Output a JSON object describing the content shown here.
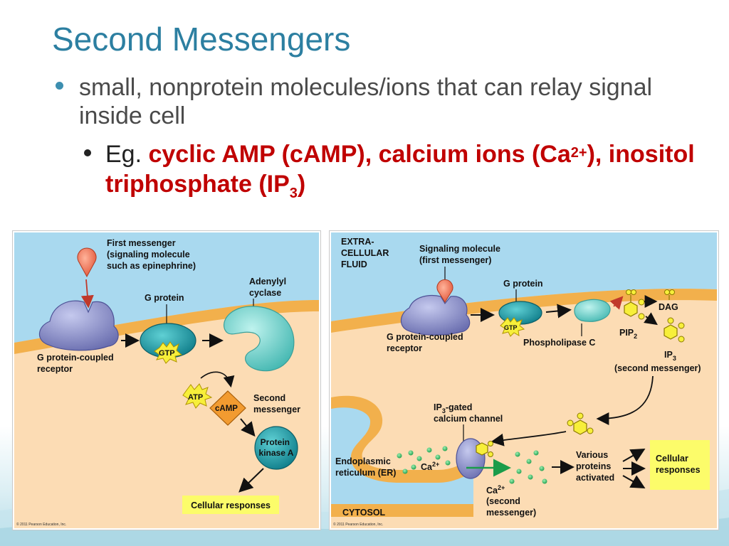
{
  "slide": {
    "title": "Second Messengers",
    "bullet1": "small, nonprotein molecules/ions that can relay signal inside cell",
    "bullet2": {
      "prefix": "Eg. ",
      "camp": "cyclic AMP (cAMP), calcium ions (Ca",
      "camp_sup": "2+",
      "mid": "), inositol triphosphate (IP",
      "ip_sub": "3",
      "end": ")"
    }
  },
  "left_figure": {
    "first_messenger": [
      "First messenger",
      "(signaling molecule",
      "such as epinephrine)"
    ],
    "adenylyl_cyclase": [
      "Adenylyl",
      "cyclase"
    ],
    "g_protein": "G protein",
    "gpcr": [
      "G protein-coupled",
      "receptor"
    ],
    "gtp": "GTP",
    "atp": "ATP",
    "camp": "cAMP",
    "second_messenger": [
      "Second",
      "messenger"
    ],
    "protein_kinase": [
      "Protein",
      "kinase A"
    ],
    "cellular_responses": "Cellular responses",
    "copyright": "© 2011 Pearson Education, Inc."
  },
  "right_figure": {
    "extracellular": [
      "EXTRA-",
      "CELLULAR",
      "FLUID"
    ],
    "signaling_molecule": [
      "Signaling molecule",
      "(first messenger)"
    ],
    "g_protein": "G protein",
    "dag": "DAG",
    "gtp": "GTP",
    "gpcr": [
      "G protein-coupled",
      "receptor"
    ],
    "phospholipase": "Phospholipase C",
    "pip2": "PIP",
    "pip2_sub": "2",
    "ip3": "IP",
    "ip3_sub": "3",
    "second_messenger_paren": "(second messenger)",
    "ip3_gated_a": "IP",
    "ip3_gated_sub": "3",
    "ip3_gated_b": "-gated",
    "calcium_channel": "calcium channel",
    "er": [
      "Endoplasmic",
      "reticulum (ER)"
    ],
    "ca": "Ca",
    "ca_sup": "2+",
    "ca_second": [
      "(second",
      "messenger)"
    ],
    "various_proteins": [
      "Various",
      "proteins",
      "activated"
    ],
    "cellular_responses": [
      "Cellular",
      "responses"
    ],
    "cytosol": "CYTOSOL",
    "copyright": "© 2011 Pearson Education, Inc."
  },
  "colors": {
    "title": "#2c7fa1",
    "highlight_red": "#c00000",
    "extracellular_blue": "#a9d9ef",
    "membrane_orange": "#f2b04c",
    "cytosol_peach": "#fcdcb4",
    "response_yellow": "#fcfc6a"
  }
}
